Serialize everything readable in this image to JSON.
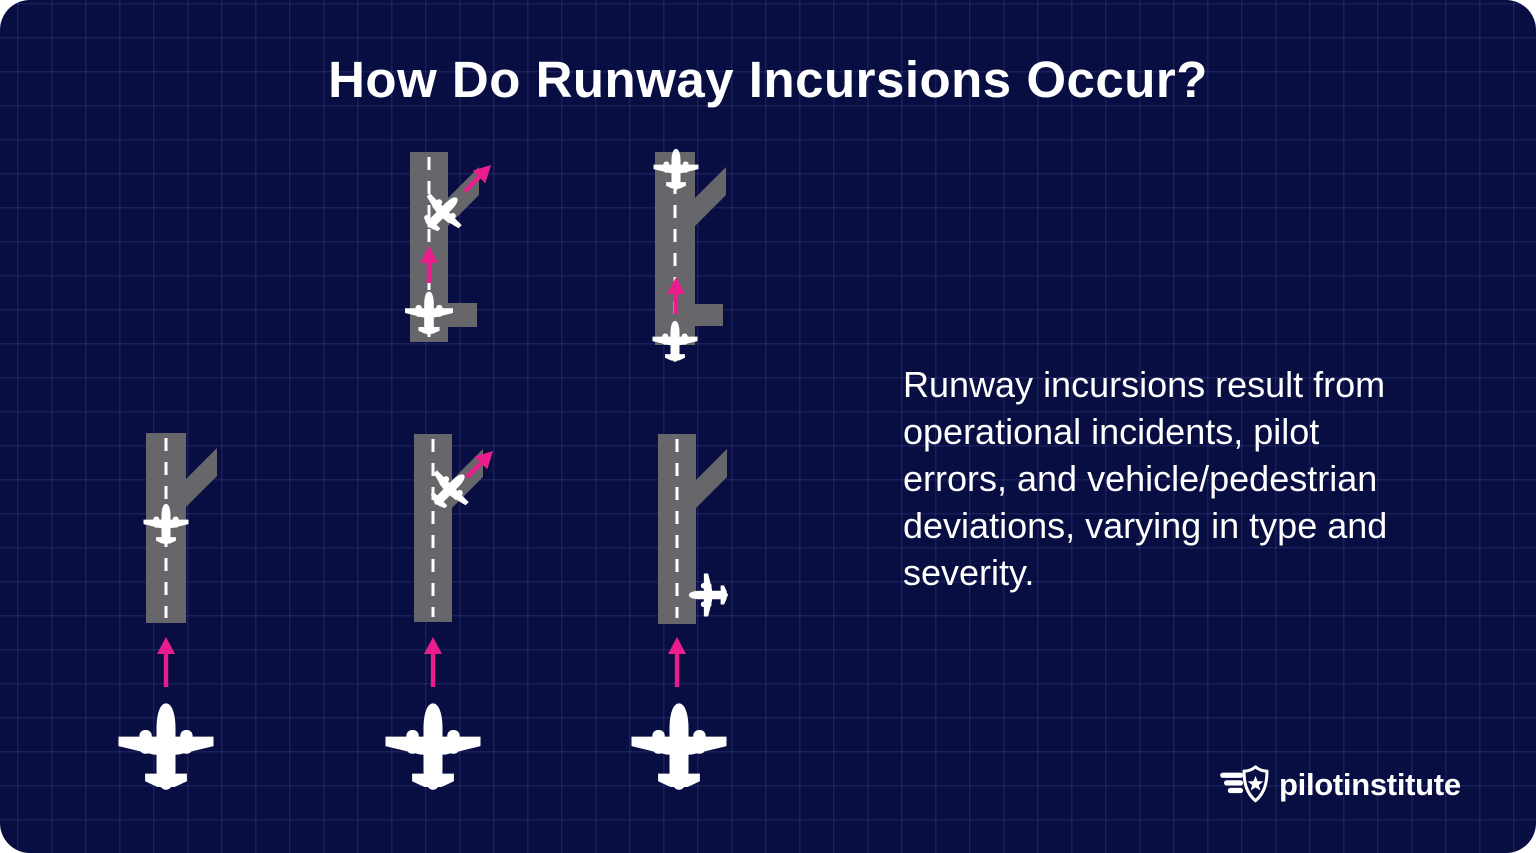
{
  "page": {
    "title": "How Do Runway Incursions Occur?"
  },
  "description": {
    "lines": [
      "Runway incursions result from",
      "operational incidents, pilot",
      "errors, and vehicle/pedestrian",
      "deviations, varying in type and",
      "severity."
    ]
  },
  "logo": {
    "text": "pilotinstitute",
    "icon": "winged-shield-star-icon"
  },
  "colors": {
    "background_navy": "#080d42",
    "grid_line": "#262b5e",
    "runway_gray": "#67676b",
    "accent_pink": "#ea1d8d",
    "text_white": "#ffffff"
  },
  "diagrams": [
    {
      "position": "top-left",
      "elements": [
        "runway",
        "diagonal-taxiway",
        "taxiway-stub",
        "airplane-icon-departing",
        "airplane-icon-exiting-diagonally",
        "pink-arrow-up",
        "pink-arrow-diagonal"
      ]
    },
    {
      "position": "top-right",
      "elements": [
        "runway",
        "diagonal-taxiway",
        "taxiway-stub",
        "airplane-icon-at-far-end",
        "airplane-icon-departing",
        "pink-arrow-up"
      ]
    },
    {
      "position": "bottom-left",
      "elements": [
        "runway",
        "diagonal-taxiway",
        "airplane-icon-on-runway",
        "pink-arrow-up",
        "airplane-icon-approaching"
      ]
    },
    {
      "position": "bottom-middle",
      "elements": [
        "runway",
        "diagonal-taxiway",
        "airplane-icon-exiting-diagonally",
        "pink-arrow-diagonal",
        "pink-arrow-up",
        "airplane-icon-approaching"
      ]
    },
    {
      "position": "bottom-right",
      "elements": [
        "runway",
        "diagonal-taxiway",
        "airplane-icon-crossing-from-right",
        "pink-arrow-up",
        "airplane-icon-approaching"
      ]
    }
  ]
}
